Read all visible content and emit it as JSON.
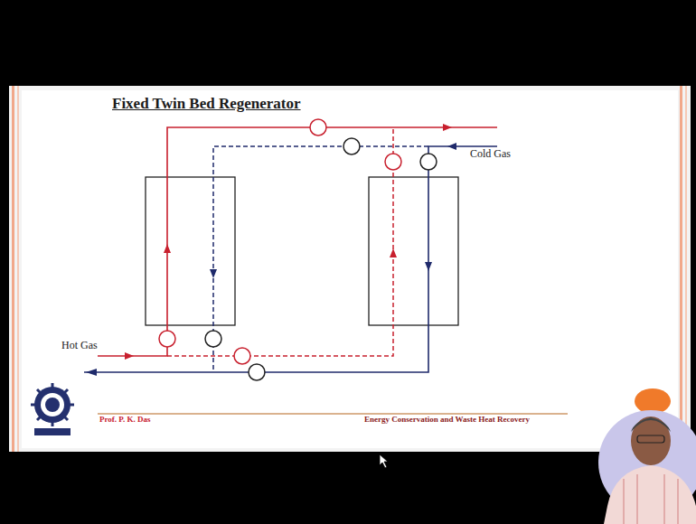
{
  "diagram": {
    "title": "Fixed Twin Bed Regenerator",
    "labels": [
      "Hot Gas",
      "Cold Gas",
      "Prof. P. K. Das",
      "Energy Conservation and Waste Heat Recovery"
    ]
  }
}
